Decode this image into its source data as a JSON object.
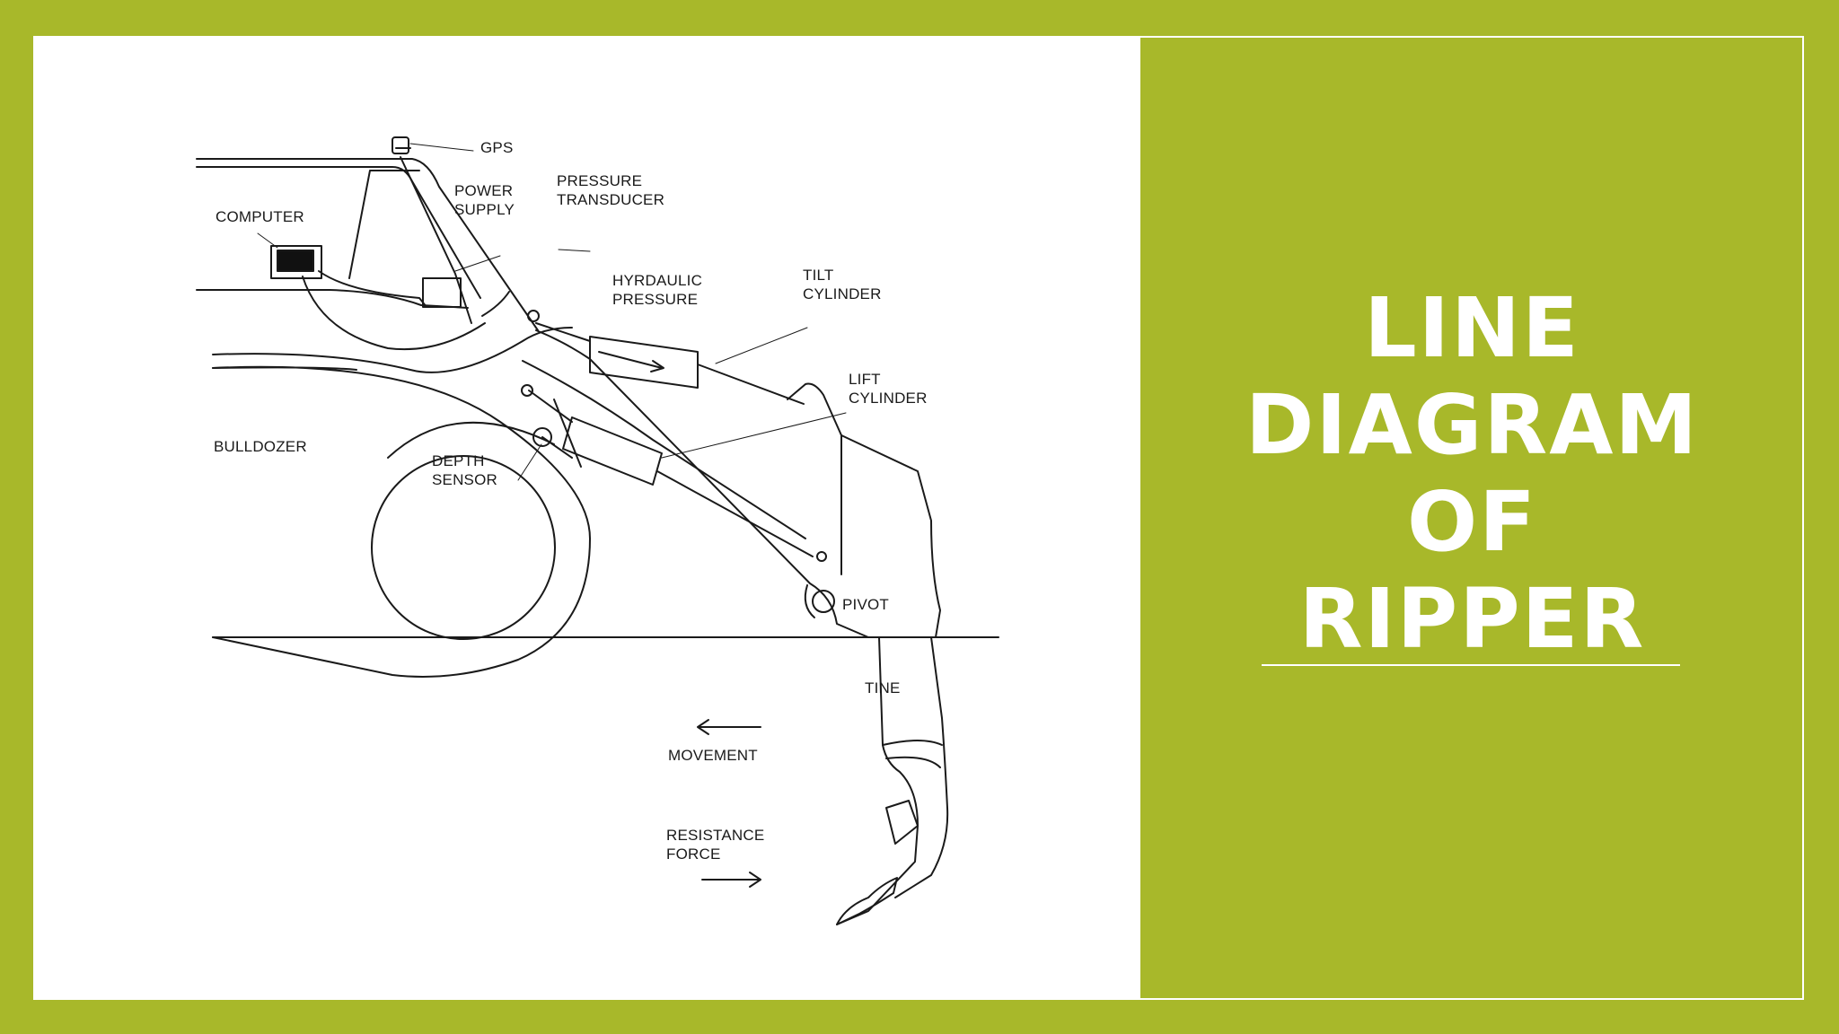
{
  "slide": {
    "title_lines": [
      "LINE",
      "DIAGRAM",
      "OF",
      "RIPPER"
    ],
    "colors": {
      "background": "#a8b82a",
      "panel": "#ffffff",
      "title": "#ffffff",
      "ink": "#1a1a1a"
    }
  },
  "diagram": {
    "labels": {
      "gps": "GPS",
      "power_supply": [
        "POWER",
        "SUPPLY"
      ],
      "pressure_transducer": [
        "PRESSURE",
        "TRANSDUCER"
      ],
      "computer": "COMPUTER",
      "hydraulic_pressure": [
        "HYRDAULIC",
        "PRESSURE"
      ],
      "tilt_cylinder": [
        "TILT",
        "CYLINDER"
      ],
      "lift_cylinder": [
        "LIFT",
        "CYLINDER"
      ],
      "bulldozer": "BULLDOZER",
      "depth_sensor": [
        "DEPTH",
        "SENSOR"
      ],
      "pivot": "PIVOT",
      "tine": "TINE",
      "movement": "MOVEMENT",
      "resistance_force": [
        "RESISTANCE",
        "FORCE"
      ]
    }
  }
}
